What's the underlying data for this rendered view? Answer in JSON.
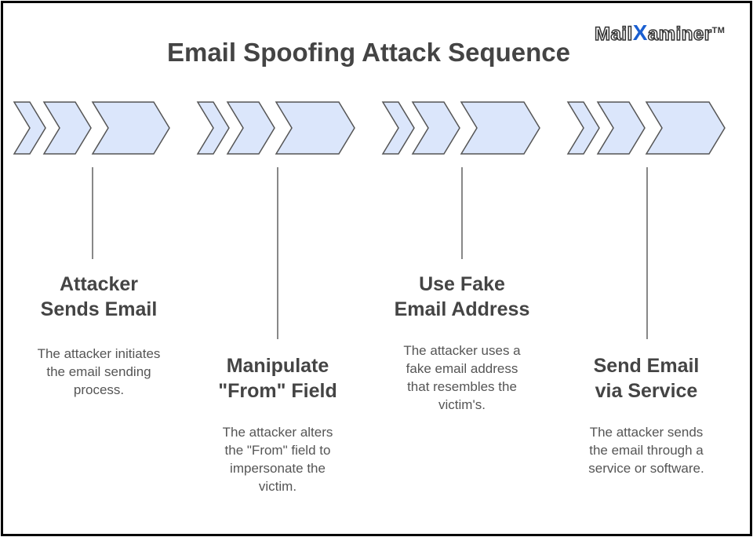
{
  "title": "Email Spoofing Attack Sequence",
  "logo": {
    "part1": "Mail",
    "x": "X",
    "part2": "aminer",
    "tm": "TM"
  },
  "colors": {
    "chevron_fill": "#dbe6fb",
    "chevron_stroke": "#555555",
    "connector": "#888888",
    "text": "#444444"
  },
  "steps": [
    {
      "title_line1": "Attacker",
      "title_line2": "Sends Email",
      "desc_line1": "The attacker initiates",
      "desc_line2": "the email sending",
      "desc_line3": "process.",
      "desc_line4": ""
    },
    {
      "title_line1": "Manipulate",
      "title_line2": "\"From\" Field",
      "desc_line1": "The attacker alters",
      "desc_line2": "the \"From\" field to",
      "desc_line3": "impersonate the",
      "desc_line4": "victim."
    },
    {
      "title_line1": "Use Fake",
      "title_line2": "Email Address",
      "desc_line1": "The attacker uses a",
      "desc_line2": "fake email address",
      "desc_line3": "that resembles the",
      "desc_line4": "victim's."
    },
    {
      "title_line1": "Send Email",
      "title_line2": "via Service",
      "desc_line1": "The attacker sends",
      "desc_line2": "the email through a",
      "desc_line3": "service or software.",
      "desc_line4": ""
    }
  ]
}
